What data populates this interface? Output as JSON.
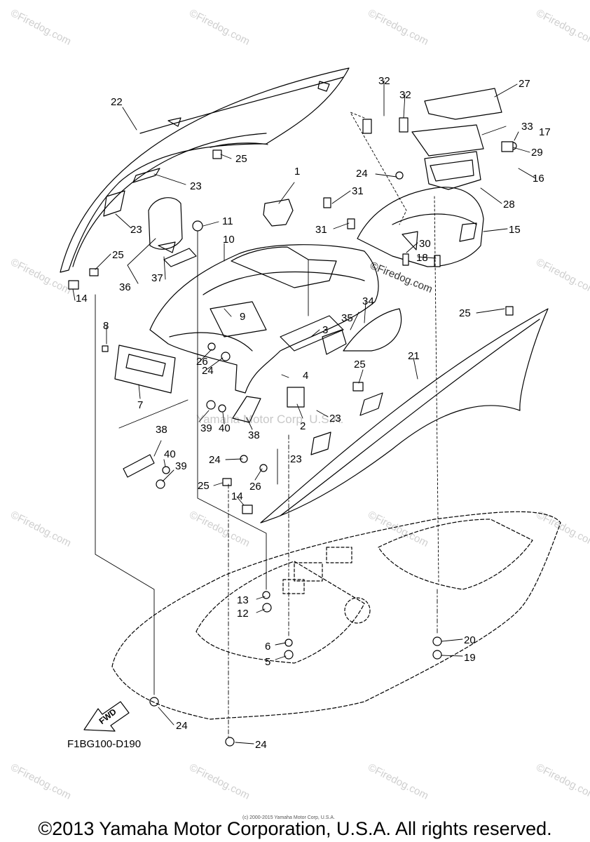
{
  "watermark": "©Firedog.com",
  "center_watermark": "Yamaha Motor Corp, U.S.A.",
  "part_callouts": [
    "1",
    "2",
    "3",
    "4",
    "5",
    "6",
    "7",
    "8",
    "9",
    "10",
    "11",
    "12",
    "13",
    "14",
    "14",
    "15",
    "16",
    "17",
    "18",
    "19",
    "20",
    "21",
    "22",
    "23",
    "23",
    "23",
    "23",
    "24",
    "24",
    "24",
    "24",
    "24",
    "25",
    "25",
    "25",
    "25",
    "25",
    "26",
    "26",
    "27",
    "28",
    "29",
    "30",
    "31",
    "31",
    "32",
    "32",
    "33",
    "34",
    "35",
    "36",
    "37",
    "38",
    "38",
    "39",
    "39",
    "40",
    "40"
  ],
  "fwd_label": "FWD",
  "diagram_code": "F1BG100-D190",
  "tiny_credit": "(c) 2000-2015 Yamaha Motor Corp, U.S.A.",
  "copyright": "©2013 Yamaha Motor Corporation, U.S.A. All rights reserved.",
  "colors": {
    "line": "#000000",
    "watermark": "#cccccc",
    "background": "#ffffff"
  }
}
